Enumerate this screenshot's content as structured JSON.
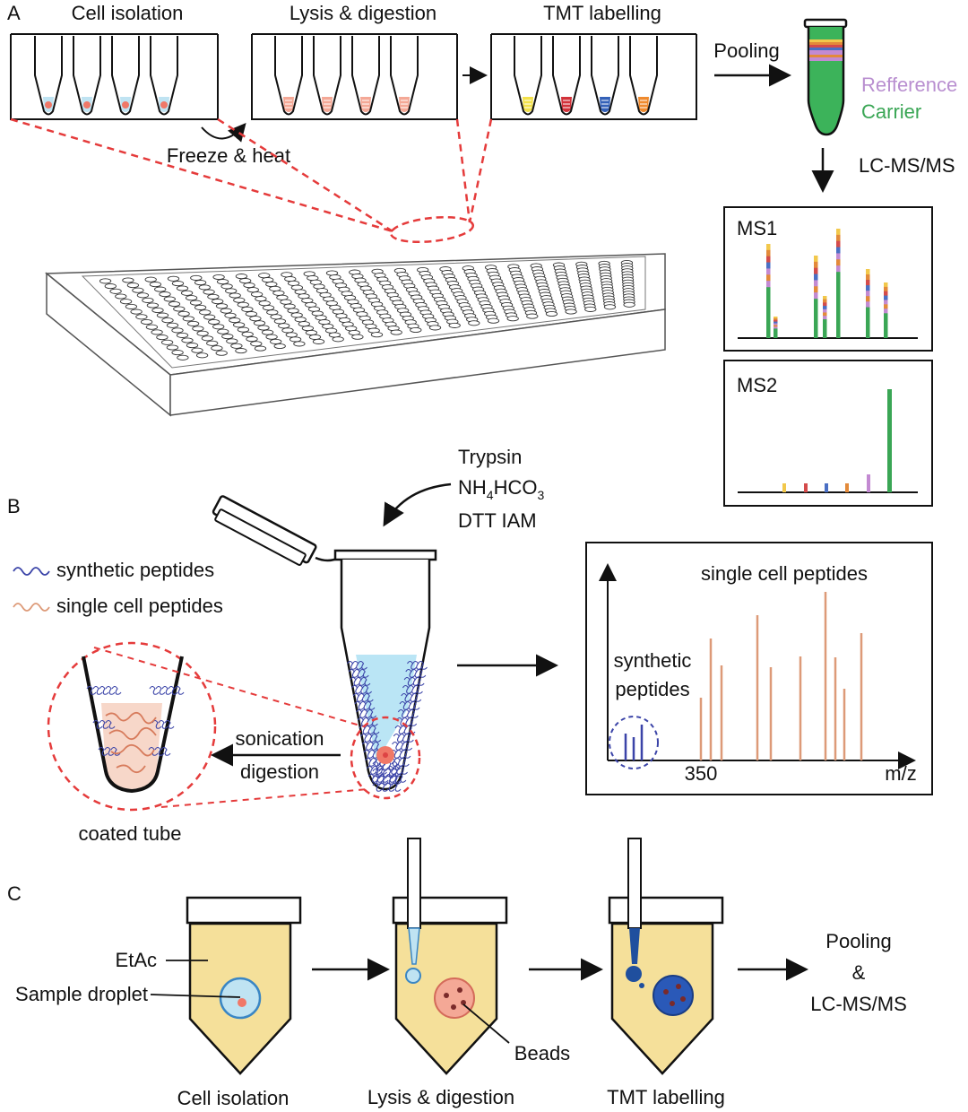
{
  "panel_a": {
    "letter": "A",
    "steps": [
      "Cell isolation",
      "Lysis & digestion",
      "TMT labelling"
    ],
    "freeze": "Freeze & heat",
    "pooling": "Pooling",
    "reference": "Refference",
    "carrier": "Carrier",
    "lcms": "LC-MS/MS",
    "ms1": "MS1",
    "ms2": "MS2"
  },
  "panel_b": {
    "letter": "B",
    "reagent1": "Trypsin",
    "reagent2_pre": "NH",
    "reagent2_sub1": "4",
    "reagent2_mid": "HCO",
    "reagent2_sub2": "3",
    "reagent3": "DTT IAM",
    "legend_synthetic": "synthetic peptides",
    "legend_single": "single cell peptides",
    "sonication": "sonication",
    "digestion": "digestion",
    "coated": "coated tube",
    "spec_single": "single cell peptides",
    "spec_synth_1": "synthetic",
    "spec_synth_2": "peptides",
    "tick": "350",
    "xunit": "m/z"
  },
  "panel_c": {
    "letter": "C",
    "etac": "EtAc",
    "droplet": "Sample droplet",
    "beads": "Beads",
    "pool1": "Pooling",
    "pool2": "&",
    "pool3": "LC-MS/MS",
    "steps": [
      "Cell isolation",
      "Lysis & digestion",
      "TMT labelling"
    ]
  },
  "colors": {
    "green": "#3aa655",
    "purple": "#b98fd0",
    "orange_line": "#dd9a78",
    "red_dash": "#e53b3b",
    "blue_peptide": "#3b44a8",
    "yellow_tube": "#f5e09a"
  }
}
